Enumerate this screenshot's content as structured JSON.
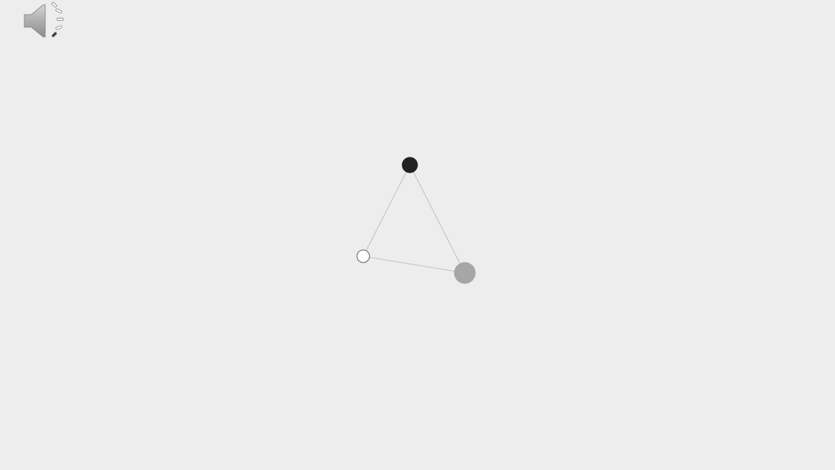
{
  "audio": {
    "icon": "speaker-volume-icon"
  },
  "graph": {
    "colors": {
      "background": "#ededed",
      "edge": "#bdbdbd",
      "node_black": "#222222",
      "node_gray": "#a6a6a6",
      "node_white": "#ffffff",
      "node_outline": "#555555"
    },
    "nodes": [
      {
        "id": "top",
        "fill": "node_black"
      },
      {
        "id": "left",
        "fill": "node_white"
      },
      {
        "id": "right",
        "fill": "node_gray"
      }
    ],
    "edges": [
      [
        "top",
        "left"
      ],
      [
        "top",
        "right"
      ],
      [
        "left",
        "right"
      ]
    ]
  }
}
